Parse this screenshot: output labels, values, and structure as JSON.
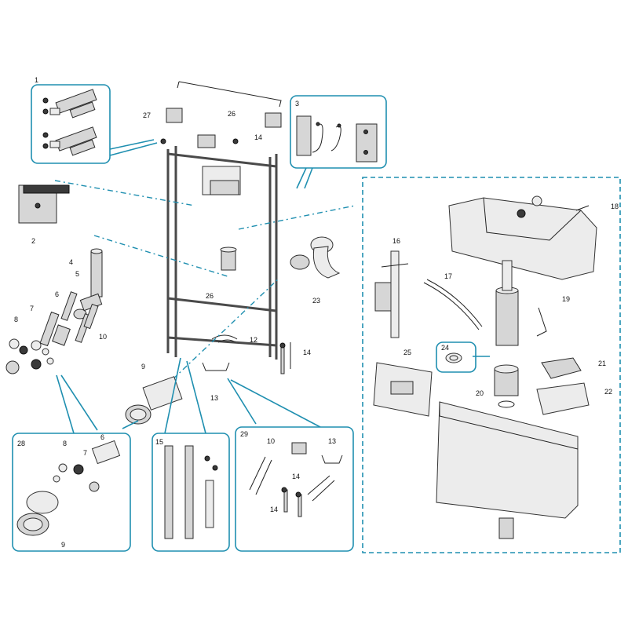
{
  "title": "Exploded parts diagram — concealed cistern installation frame",
  "colors": {
    "accent": "#1f8fb0",
    "ink": "#111111",
    "part": "#d6d6d6"
  },
  "labels": {
    "n1": "1",
    "n2": "2",
    "n3": "3",
    "n4": "4",
    "n5": "5",
    "n6": "6",
    "n7": "7",
    "n8": "8",
    "n9": "9",
    "n10": "10",
    "n12": "12",
    "n13": "13",
    "n14": "14",
    "n15": "15",
    "n16": "16",
    "n17": "17",
    "n18": "18",
    "n19": "19",
    "n20": "20",
    "n21": "21",
    "n22": "22",
    "n23": "23",
    "n24": "24",
    "n25": "25",
    "n26": "26",
    "n27": "27",
    "n28": "28",
    "n29": "29"
  }
}
